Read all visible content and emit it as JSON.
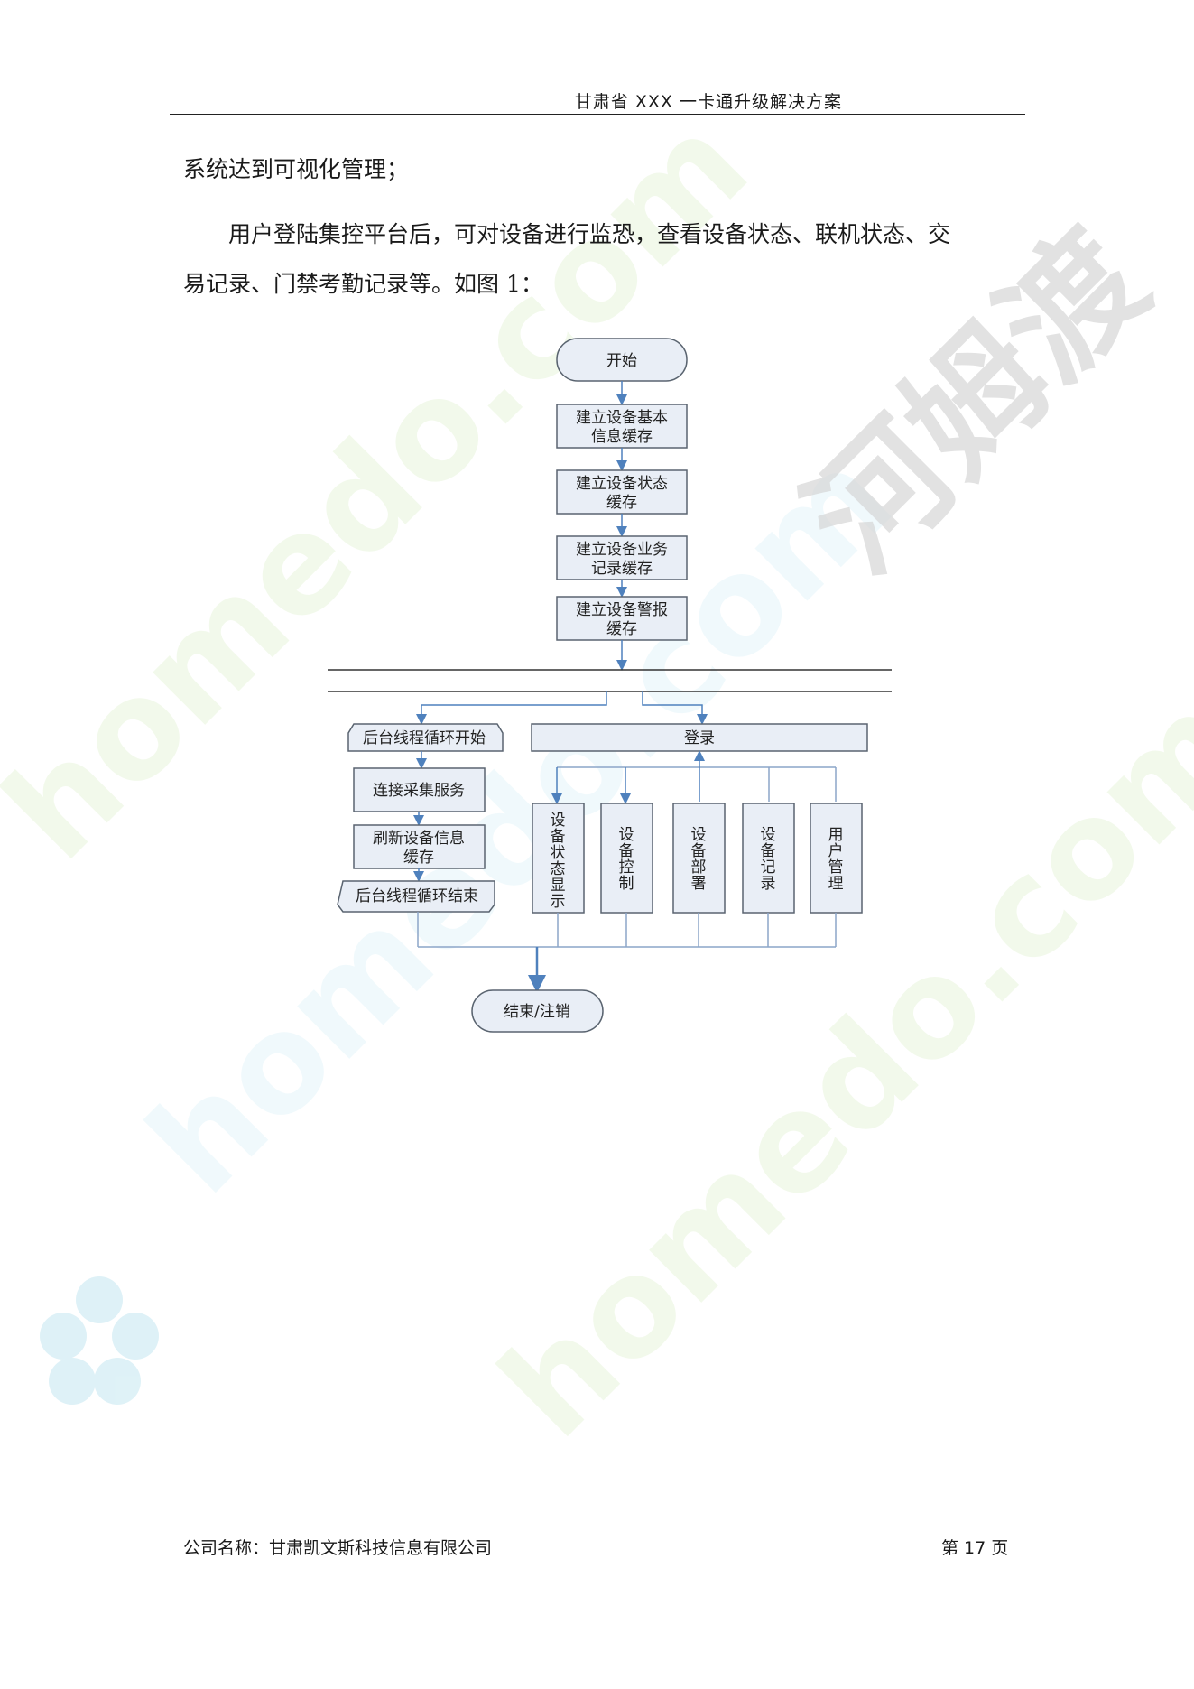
{
  "header": {
    "title": "甘肃省 XXX 一卡通升级解决方案"
  },
  "body": {
    "line1": "系统达到可视化管理；",
    "line2": "用户登陆集控平台后，可对设备进行监恐，查看设备状态、联机状态、交",
    "line3": "易记录、门禁考勤记录等。如图 1："
  },
  "flowchart": {
    "start": "开始",
    "steps": [
      [
        "建立设备基本",
        "信息缓存"
      ],
      [
        "建立设备状态",
        "缓存"
      ],
      [
        "建立设备业务",
        "记录缓存"
      ],
      [
        "建立设备警报",
        "缓存"
      ]
    ],
    "left_branch": {
      "loop_start": "后台线程循环开始",
      "connect": "连接采集服务",
      "refresh": [
        "刷新设备信息",
        "缓存"
      ],
      "loop_end": "后台线程循环结束"
    },
    "login": "登录",
    "modules": [
      [
        "设",
        "备",
        "状",
        "态",
        "显",
        "示"
      ],
      [
        "设",
        "备",
        "控",
        "制"
      ],
      [
        "设",
        "备",
        "部",
        "署"
      ],
      [
        "设",
        "备",
        "记",
        "录"
      ],
      [
        "用",
        "户",
        "管",
        "理"
      ]
    ],
    "end": "结束/注销"
  },
  "watermark": {
    "text": "homedo.com",
    "brand": "河姆渡"
  },
  "footer": {
    "company": "公司名称：甘肃凯文斯科技信息有限公司",
    "page": "第 17 页"
  },
  "colors": {
    "node_fill": "#e9eef6",
    "node_stroke": "#5a6470",
    "arrow": "#4f81bd",
    "bus_line": "#8ca5c8"
  }
}
